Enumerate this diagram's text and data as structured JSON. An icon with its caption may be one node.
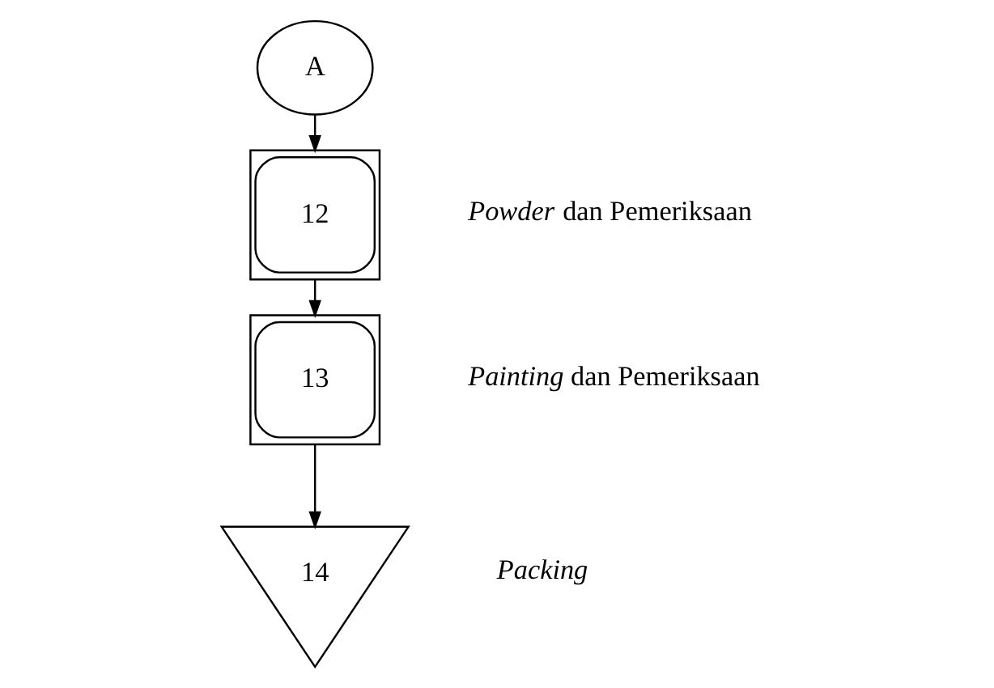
{
  "diagram": {
    "nodes": [
      {
        "text": [
          "A"
        ]
      },
      {
        "text": [
          "12"
        ],
        "beside": [
          "*Powder* dan Pemeriksaan"
        ]
      },
      {
        "text": [
          "13"
        ],
        "beside": [
          "*Painting* dan Pemeriksaan"
        ]
      },
      {
        "text": [
          "14"
        ],
        "beside": [
          "*Packing*"
        ]
      }
    ],
    "edges": [
      {
        "from": 0,
        "to": 1,
        "arrow": "to"
      },
      {
        "from": 1,
        "to": 2,
        "arrow": "to"
      },
      {
        "from": 2,
        "to": 3,
        "arrow": "to"
      }
    ]
  }
}
